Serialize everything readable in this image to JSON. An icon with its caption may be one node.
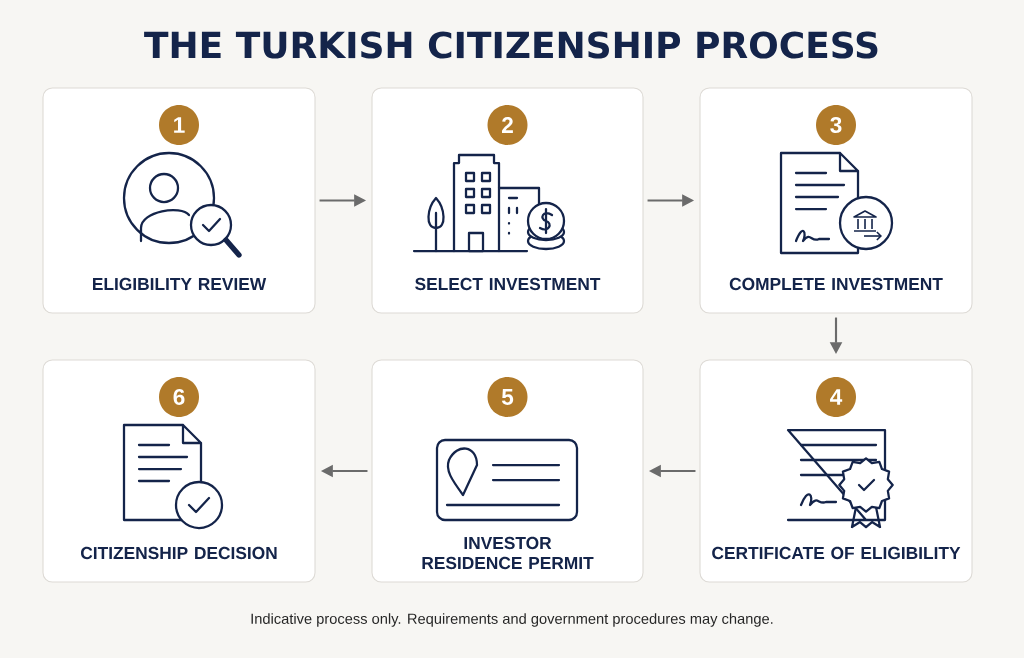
{
  "diagram": {
    "title": "THE TURKISH CITIZENSHIP PROCESS",
    "nodes": [
      {
        "text": [
          "1",
          "ELIGIBILITY REVIEW"
        ]
      },
      {
        "text": [
          "2",
          "SELECT INVESTMENT"
        ]
      },
      {
        "text": [
          "3",
          "COMPLETE INVESTMENT"
        ]
      },
      {
        "text": [
          "6",
          "CITIZENSHIP DECISION"
        ]
      },
      {
        "text": [
          "5",
          "INVESTOR RESIDENCE PERMIT"
        ]
      },
      {
        "text": [
          "4",
          "CERTIFICATE OF ELIGIBILITY"
        ]
      }
    ],
    "edges": [
      {
        "from": 0,
        "to": 1,
        "arrow": "to"
      },
      {
        "from": 1,
        "to": 2,
        "arrow": "to"
      },
      {
        "from": 2,
        "to": 5,
        "arrow": "to"
      },
      {
        "from": 5,
        "to": 4,
        "arrow": "to"
      },
      {
        "from": 4,
        "to": 3,
        "arrow": "to"
      }
    ],
    "labels": [
      "Indicative process only. Requirements and government procedures may change."
    ]
  }
}
